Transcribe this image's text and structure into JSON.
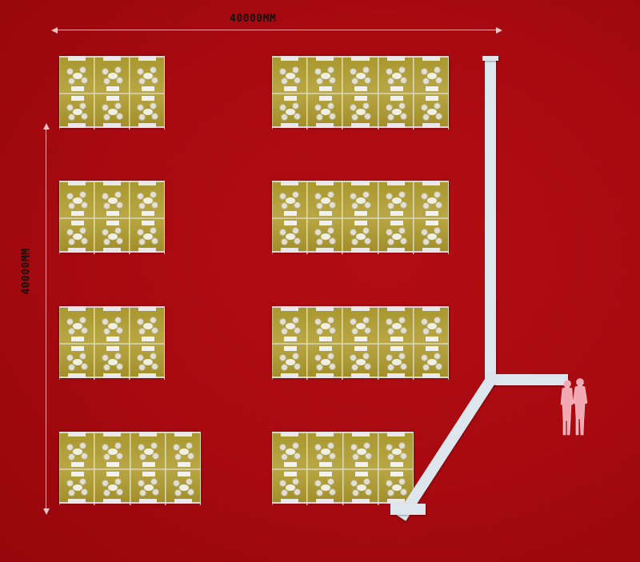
{
  "dimensions": {
    "width_label": "40000MM",
    "height_label": "40000MM"
  },
  "colors": {
    "floor": "#a70a10",
    "booth": "#b3a13c",
    "wall": "#dde6ec",
    "people": "#f2a9b4"
  },
  "booth_blocks": [
    {
      "name": "block-left-row-1",
      "booths": 3,
      "rows": 2
    },
    {
      "name": "block-right-row-1",
      "booths": 5,
      "rows": 2
    },
    {
      "name": "block-left-row-2",
      "booths": 3,
      "rows": 2
    },
    {
      "name": "block-right-row-2",
      "booths": 5,
      "rows": 2
    },
    {
      "name": "block-left-row-3",
      "booths": 3,
      "rows": 2
    },
    {
      "name": "block-right-row-3",
      "booths": 5,
      "rows": 2
    },
    {
      "name": "block-left-row-4",
      "booths": 4,
      "rows": 2
    },
    {
      "name": "block-right-row-4",
      "booths": 4,
      "rows": 2
    }
  ],
  "people_icon": "two-people-silhouette-icon"
}
